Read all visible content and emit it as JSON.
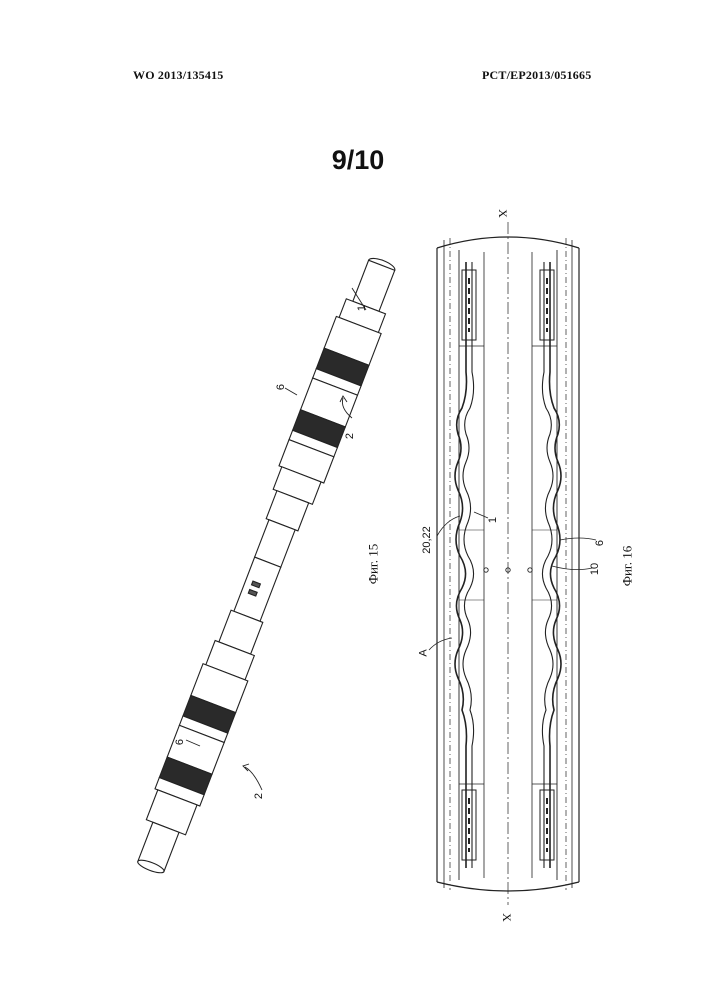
{
  "header": {
    "left": "WO 2013/135415",
    "right": "PCT/EP2013/051665"
  },
  "page_number": "9/10",
  "figure15": {
    "caption": "Фиг. 15",
    "labels": {
      "one": "1",
      "six_top": "6",
      "two_top": "2",
      "six_bottom": "6",
      "two_bottom": "2"
    }
  },
  "figure16": {
    "caption": "Фиг. 16",
    "labels": {
      "x_top": "X",
      "x_bottom": "X",
      "ref_20_22": "20,22",
      "ref_1": "1",
      "ref_6": "6",
      "ref_10": "10",
      "ref_A": "A"
    }
  }
}
